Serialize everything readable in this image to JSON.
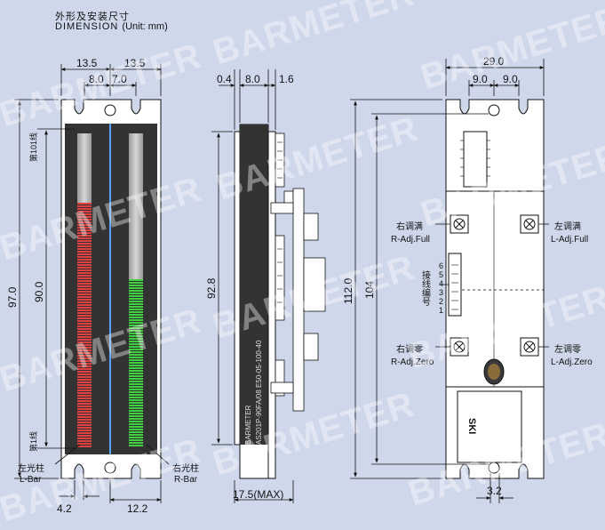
{
  "header": {
    "title_cn": "外形及安装尺寸",
    "title_en": "DIMENSION",
    "unit": "(Unit: mm)"
  },
  "watermark": "BARMETER",
  "front_view": {
    "dims": {
      "top_left": "13.5",
      "top_right": "13.5",
      "inner_left": "8.0",
      "inner_right": "7.0",
      "overall_height": "97.0",
      "bar_length": "90.0",
      "bottom_left": "4.2",
      "bottom_right": "12.2"
    },
    "labels": {
      "line101": "第101线",
      "line1": "第1线",
      "left_bar_cn": "左光柱",
      "left_bar_en": "L-Bar",
      "right_bar_cn": "右光柱",
      "right_bar_en": "R-Bar"
    },
    "colors": {
      "panel": "#333333",
      "left_segments": "#e04040",
      "right_segments": "#40d040"
    }
  },
  "side_view": {
    "dims": {
      "d1": "0.4",
      "d2": "8.0",
      "d3": "1.6",
      "height": "92.8",
      "depth": "17.5(MAX)"
    },
    "pcb_text": [
      "BARMETER",
      "AS201P-90FA/08 E50-05-100-40"
    ]
  },
  "rear_view": {
    "dims": {
      "width": "29.0",
      "half_left": "9.0",
      "half_right": "9.0",
      "height_112": "112.0",
      "height_104": "104",
      "offset": "3.2"
    },
    "labels": {
      "r_full_cn": "右调满",
      "r_full_en": "R-Adj.Full",
      "l_full_cn": "左调满",
      "l_full_en": "L-Adj.Full",
      "r_zero_cn": "右调零",
      "r_zero_en": "R-Adj.Zero",
      "l_zero_cn": "左调零",
      "l_zero_en": "L-Adj.Zero",
      "connector_cn": "接线编号",
      "pins": [
        "6",
        "5",
        "4",
        "3",
        "2",
        "1"
      ],
      "board_mark": "SKI"
    }
  }
}
